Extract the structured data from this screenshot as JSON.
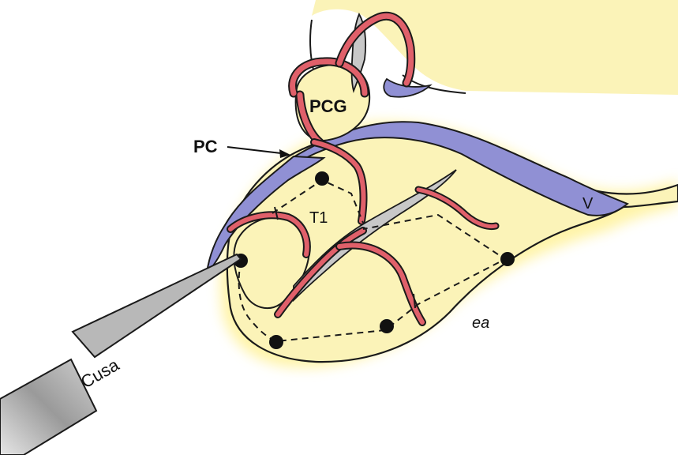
{
  "labels": {
    "pcg": "PCG",
    "pc": "PC",
    "t1": "T1",
    "v": "V",
    "instrument": "Cusa",
    "signature": "ea"
  },
  "colors": {
    "brain_fill": "#fbf3b8",
    "brain_glow": "#fff3a0",
    "outline": "#1a1a1a",
    "artery": "#e0606a",
    "vein": "#8f8fd6",
    "instrument": "#b8b8b8",
    "membrane": "#c8c8c8"
  },
  "icons": [
    "arrow-right-icon",
    "resection-point-icon"
  ]
}
